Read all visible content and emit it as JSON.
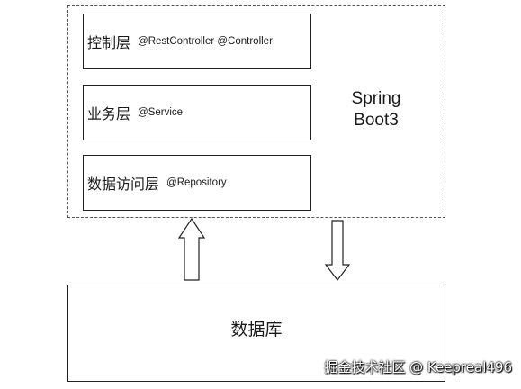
{
  "container": {
    "label_line1": "Spring",
    "label_line2": "Boot3"
  },
  "layers": [
    {
      "title": "控制层",
      "annotation": "@RestController @Controller"
    },
    {
      "title": "业务层",
      "annotation": "@Service"
    },
    {
      "title": "数据访问层",
      "annotation": "@Repository"
    }
  ],
  "database": {
    "label": "数据库"
  },
  "arrows": [
    {
      "direction": "up",
      "from": "数据库",
      "to": "数据访问层"
    },
    {
      "direction": "down",
      "from": "Spring Boot3",
      "to": "数据库"
    }
  ],
  "watermark": "掘金技术社区 @ Keepreal496"
}
